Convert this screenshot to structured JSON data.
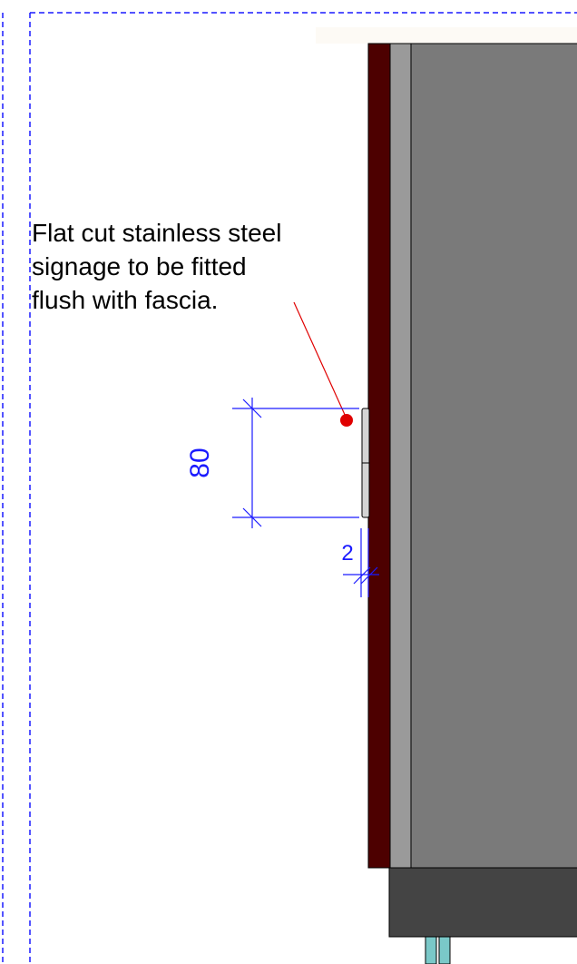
{
  "annotation": {
    "lines": [
      "Flat cut stainless steel",
      "signage to be fitted",
      "flush with fascia."
    ]
  },
  "dimensions": {
    "sign_height": "80",
    "sign_offset": "2"
  },
  "colors": {
    "viewport_border": "#1a1aff",
    "dimension": "#1a1aff",
    "leader": "#e00000",
    "fascia": "#4d0000",
    "light_band": "#9a9a9a",
    "wall": "#7a7a7a",
    "soffit": "#444444",
    "sign_plate": "#d4d4d4",
    "pipe": "#7ac8c8",
    "top_strip": "#fdfaf5"
  }
}
